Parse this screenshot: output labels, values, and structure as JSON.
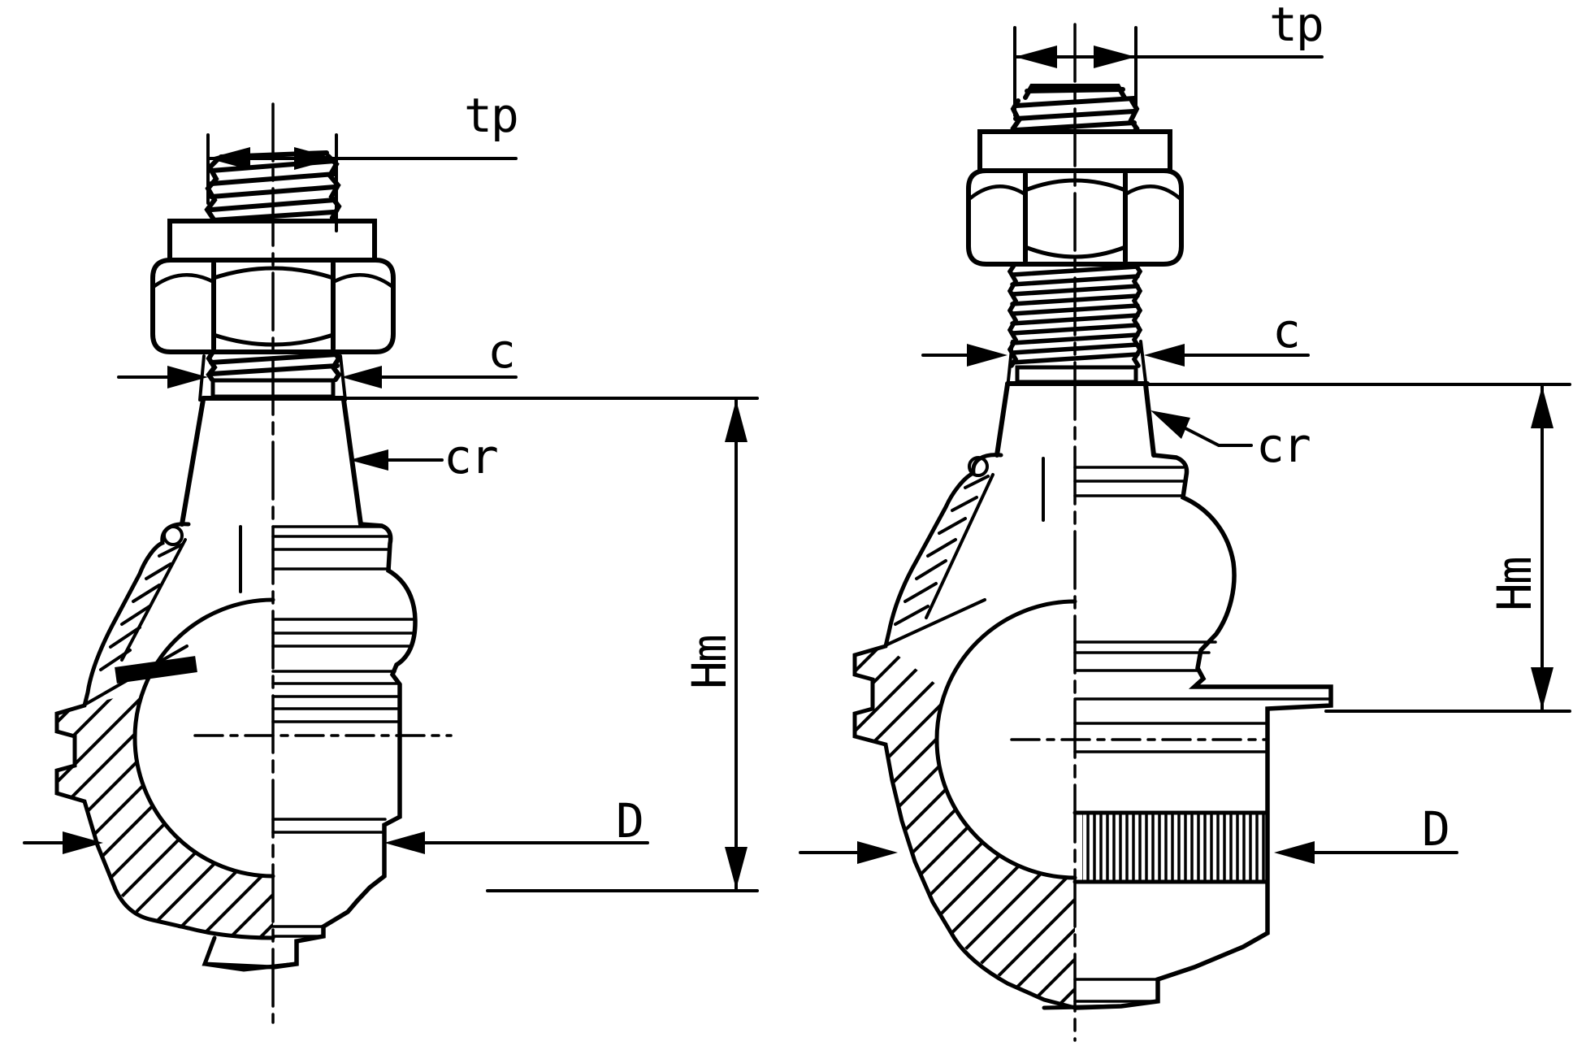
{
  "canvas": {
    "background": "#ffffff",
    "line_color": "#000000",
    "description": "Technical line drawing of two ball joints (half-section views) with dimension callouts"
  },
  "figures": {
    "left": {
      "name": "ball-joint-short-stud",
      "labels": {
        "tp": "tp",
        "c": "c",
        "cr": "cr",
        "Hm": "Hm",
        "D": "D"
      }
    },
    "right": {
      "name": "ball-joint-long-stud",
      "labels": {
        "tp": "tp",
        "c": "c",
        "cr": "cr",
        "Hm": "Hm",
        "D": "D"
      }
    }
  }
}
